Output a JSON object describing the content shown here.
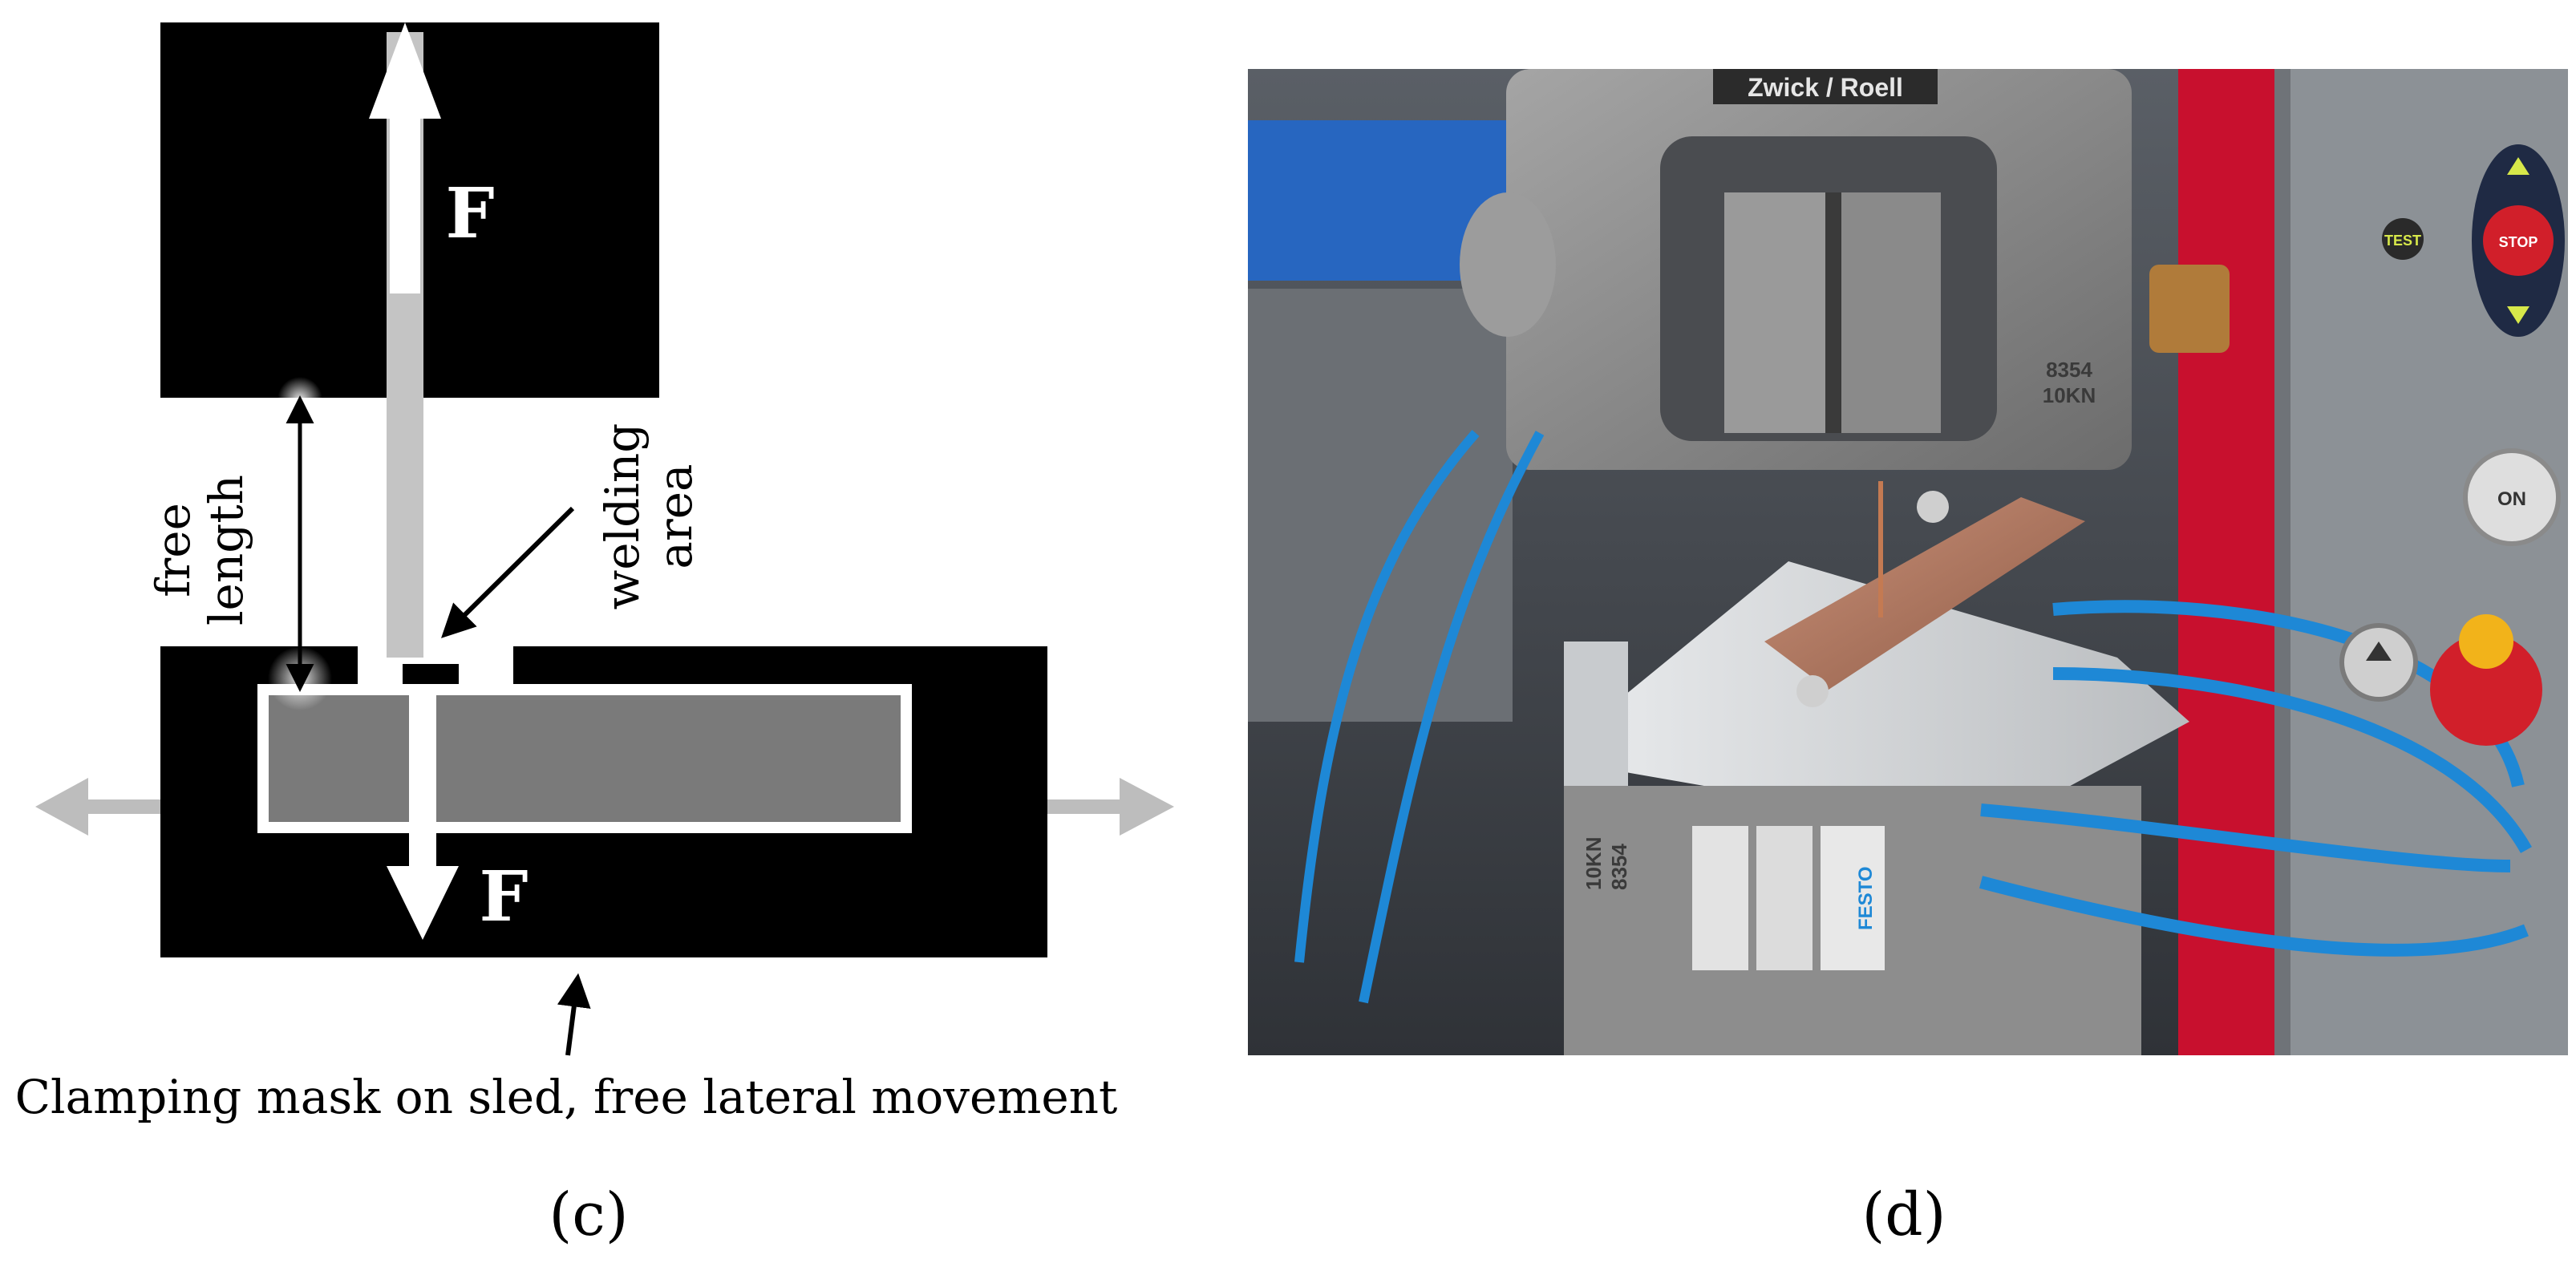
{
  "panel_c": {
    "force_top_label": "F",
    "force_bottom_label": "F",
    "free_length_label_line1": "free",
    "free_length_label_line2": "length",
    "welding_area_label_line1": "welding",
    "welding_area_label_line2": "area",
    "caption": "Clamping mask on sled, free lateral movement",
    "sub_label": "(c)"
  },
  "panel_d": {
    "brand_plate": "Zwick / Roell",
    "button_test": "TEST",
    "button_stop": "STOP",
    "button_on": "ON",
    "load_cell_marking_line1": "8354",
    "load_cell_marking_line2": "10KN",
    "lower_block_marking_line1": "10KN",
    "lower_block_marking_line2": "8354",
    "festo_label": "FESTO",
    "sub_label": "(d)"
  },
  "colors": {
    "black": "#000000",
    "gray_arrow": "#bdbdbd",
    "specimen_gray": "#7a7a7a",
    "tube_blue": "#1e88d6",
    "machine_red": "#c8102e",
    "steel": "#8e8e8e",
    "aluminum": "#d8dadc",
    "copper": "#b07a60"
  }
}
